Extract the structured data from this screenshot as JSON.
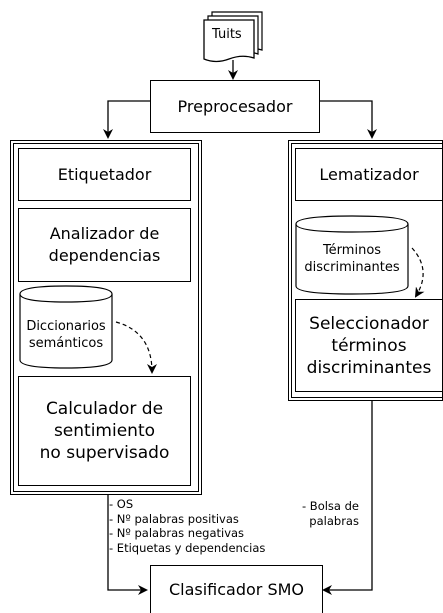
{
  "input": {
    "label": "Tuits"
  },
  "preprocessor": {
    "label": "Preprocesador"
  },
  "left_module": {
    "tagger": "Etiquetador",
    "parser": "Analizador de\ndependencias",
    "dictionary": "Diccionarios\nsemánticos",
    "calculator": "Calculador de\nsentimiento\nno supervisado"
  },
  "right_module": {
    "lemmatizer": "Lematizador",
    "terms_store": "Términos\ndiscriminantes",
    "selector": "Seleccionador\ntérminos\ndiscriminantes"
  },
  "left_features": [
    "- OS",
    "- Nº palabras positivas",
    "- Nº palabras negativas",
    "- Etiquetas y dependencias"
  ],
  "right_features": "- Bolsa de\n  palabras",
  "classifier": {
    "label": "Clasificador SMO"
  }
}
